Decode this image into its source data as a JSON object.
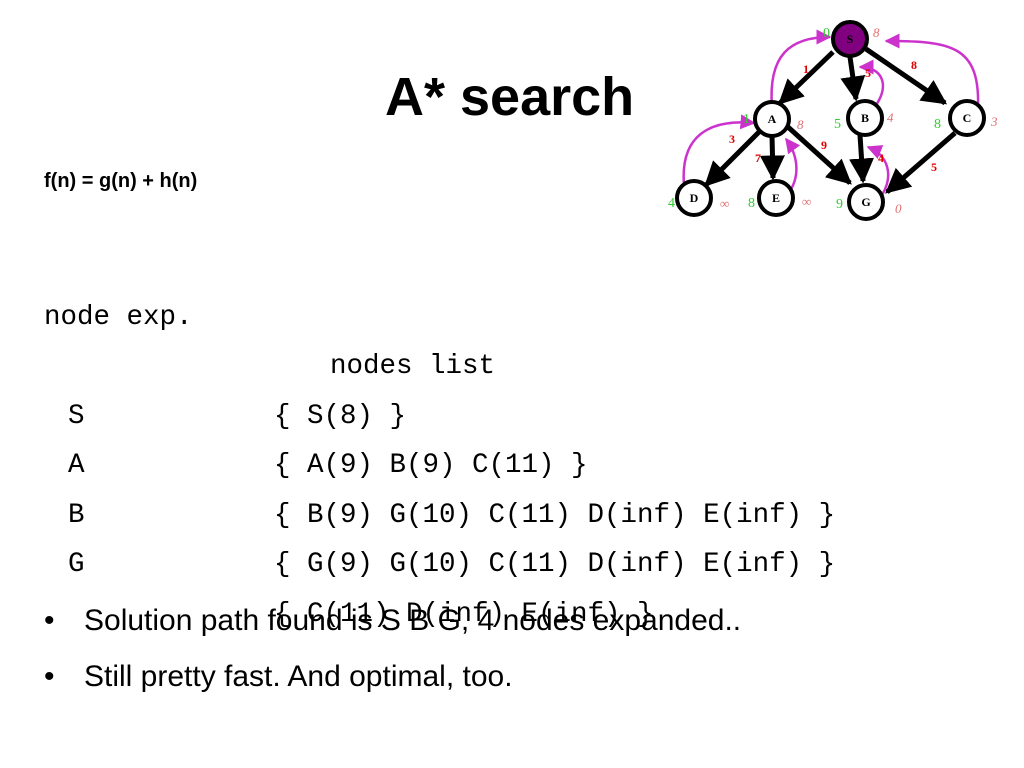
{
  "title": "A* search",
  "formula": "f(n) = g(n) + h(n)",
  "trace": {
    "header": {
      "left": "node exp.",
      "right": "nodes list"
    },
    "rows": [
      {
        "node": "",
        "list": "{ S(8) }"
      },
      {
        "node": "S",
        "list": "{ A(9) B(9) C(11) }"
      },
      {
        "node": "A",
        "list": "{ B(9) G(10) C(11) D(inf) E(inf) }"
      },
      {
        "node": "B",
        "list": "{ G(9) G(10) C(11) D(inf) E(inf) }"
      },
      {
        "node": "G",
        "list": "{ C(11) D(inf) E(inf) }"
      }
    ]
  },
  "bullets": [
    "Solution path found is S B G, 4 nodes expanded..",
    "Still pretty fast. And optimal, too."
  ],
  "graph": {
    "nodes": {
      "S": {
        "label": "S",
        "g": "0",
        "h": "8"
      },
      "A": {
        "label": "A",
        "g": "1",
        "h": "8"
      },
      "B": {
        "label": "B",
        "g": "5",
        "h": "4"
      },
      "C": {
        "label": "C",
        "g": "8",
        "h": "3"
      },
      "D": {
        "label": "D",
        "g": "4",
        "h": "∞"
      },
      "E": {
        "label": "E",
        "g": "8",
        "h": "∞"
      },
      "G": {
        "label": "G",
        "g": "9",
        "h": "0"
      }
    },
    "edges": {
      "SA": "1",
      "SB": "5",
      "SC": "8",
      "AD": "3",
      "AE": "7",
      "AG": "9",
      "BG": "4",
      "CG": "5"
    },
    "colors": {
      "node_fill": "#ffffff",
      "start_fill": "#800080",
      "edge": "#000000",
      "backpointer": "#cc33cc",
      "cost": "#e00000",
      "g_value": "#2ecc2e",
      "h_value": "#e07070"
    }
  }
}
